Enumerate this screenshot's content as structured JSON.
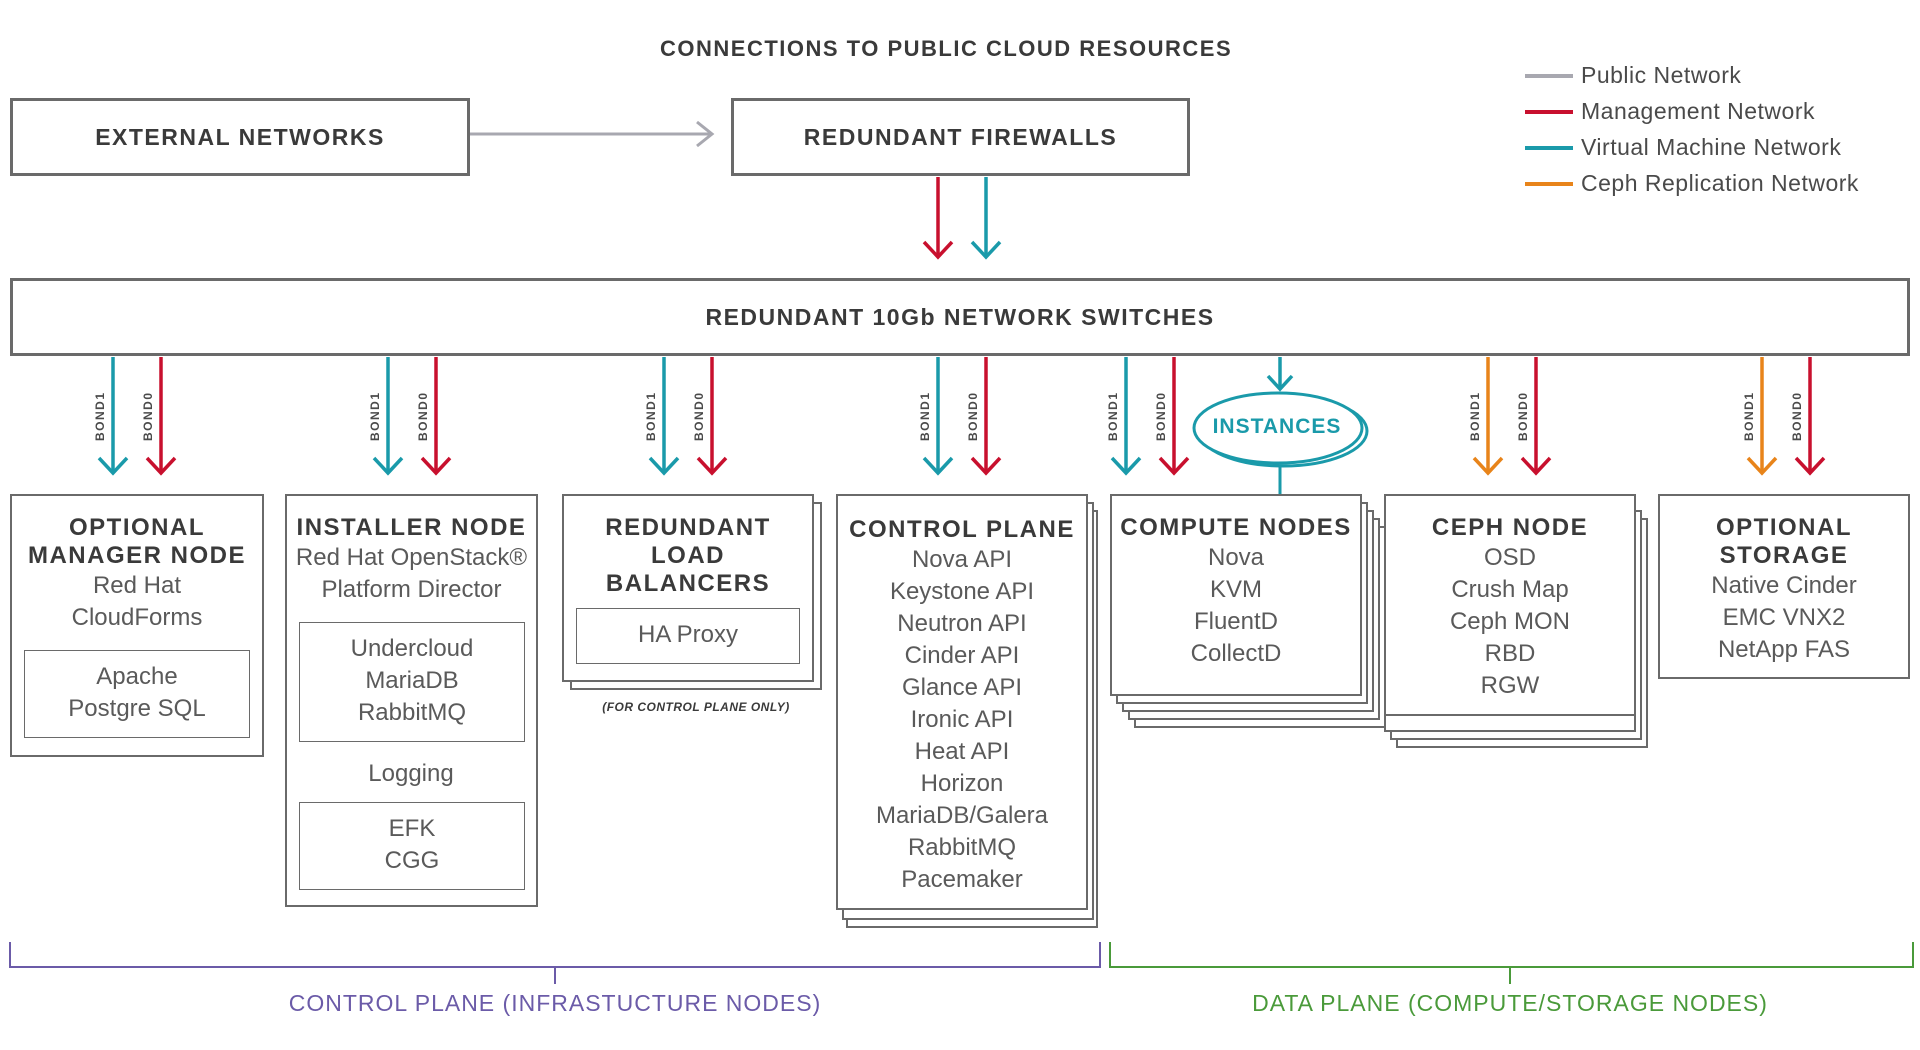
{
  "title": "CONNECTIONS TO PUBLIC CLOUD RESOURCES",
  "legend": [
    {
      "label": "Public Network",
      "color": "#a8a8b0"
    },
    {
      "label": "Management Network",
      "color": "#c8102e"
    },
    {
      "label": "Virtual Machine Network",
      "color": "#1a9aaa"
    },
    {
      "label": "Ceph Replication Network",
      "color": "#e8841a"
    }
  ],
  "external_networks": "EXTERNAL NETWORKS",
  "firewalls": "REDUNDANT FIREWALLS",
  "switches": "REDUNDANT 10Gb NETWORK SWITCHES",
  "bond1": "BOND1",
  "bond0": "BOND0",
  "instances": "INSTANCES",
  "manager": {
    "title1": "OPTIONAL",
    "title2": "MANAGER NODE",
    "line1": "Red Hat",
    "line2": "CloudForms",
    "inner1": "Apache",
    "inner2": "Postgre SQL"
  },
  "installer": {
    "title": "INSTALLER NODE",
    "line1": "Red Hat OpenStack®",
    "line2": "Platform Director",
    "inner": [
      "Undercloud",
      "MariaDB",
      "RabbitMQ"
    ],
    "logging": "Logging",
    "inner2": [
      "EFK",
      "CGG"
    ]
  },
  "lb": {
    "title1": "REDUNDANT",
    "title2": "LOAD",
    "title3": "BALANCERS",
    "inner": "HA Proxy",
    "note": "(FOR CONTROL PLANE ONLY)"
  },
  "control": {
    "title": "CONTROL PLANE",
    "items": [
      "Nova API",
      "Keystone API",
      "Neutron API",
      "Cinder API",
      "Glance API",
      "Ironic API",
      "Heat API",
      "Horizon",
      "MariaDB/Galera",
      "RabbitMQ",
      "Pacemaker"
    ]
  },
  "compute": {
    "title": "COMPUTE NODES",
    "items": [
      "Nova",
      "KVM",
      "FluentD",
      "CollectD"
    ]
  },
  "ceph": {
    "title": "CEPH NODE",
    "items": [
      "OSD",
      "Crush Map",
      "Ceph MON",
      "RBD",
      "RGW"
    ]
  },
  "storage": {
    "title1": "OPTIONAL",
    "title2": "STORAGE",
    "items": [
      "Native Cinder",
      "EMC VNX2",
      "NetApp FAS"
    ]
  },
  "brace_left": "CONTROL PLANE (INFRASTUCTURE NODES)",
  "brace_right": "DATA PLANE (COMPUTE/STORAGE NODES)",
  "colors": {
    "left_brace": "#6b5ba8",
    "right_brace": "#4a9a3a"
  }
}
